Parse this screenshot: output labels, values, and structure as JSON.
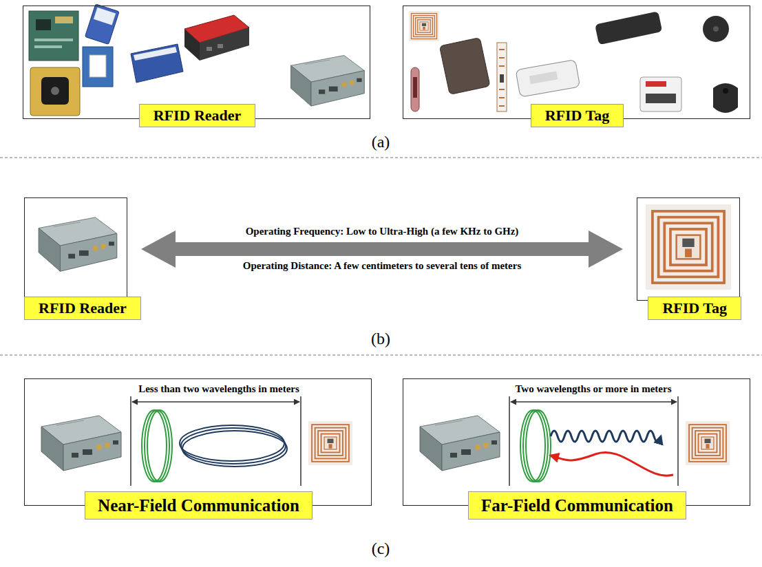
{
  "diagram": {
    "nodes": [
      {
        "text": [
          "RFID Reader"
        ]
      },
      {
        "text": [
          "RFID Tag"
        ]
      },
      {
        "text": [
          "RFID Reader"
        ]
      },
      {
        "text": [
          "RFID Tag"
        ]
      },
      {
        "text": [
          "Near-Field Communication"
        ]
      },
      {
        "text": [
          "Far-Field Communication"
        ]
      }
    ],
    "edges": [
      {
        "from": 2,
        "to": 3,
        "arrow": "both",
        "label": "Operating Frequency: Low to Ultra-High (a few KHz to GHz)"
      }
    ],
    "labels": [
      "(a)",
      "Operating Distance: A few centimeters to several tens of meters",
      "(b)",
      "Less than two wavelengths in meters",
      "Two wavelengths or more in meters",
      "(c)"
    ]
  }
}
